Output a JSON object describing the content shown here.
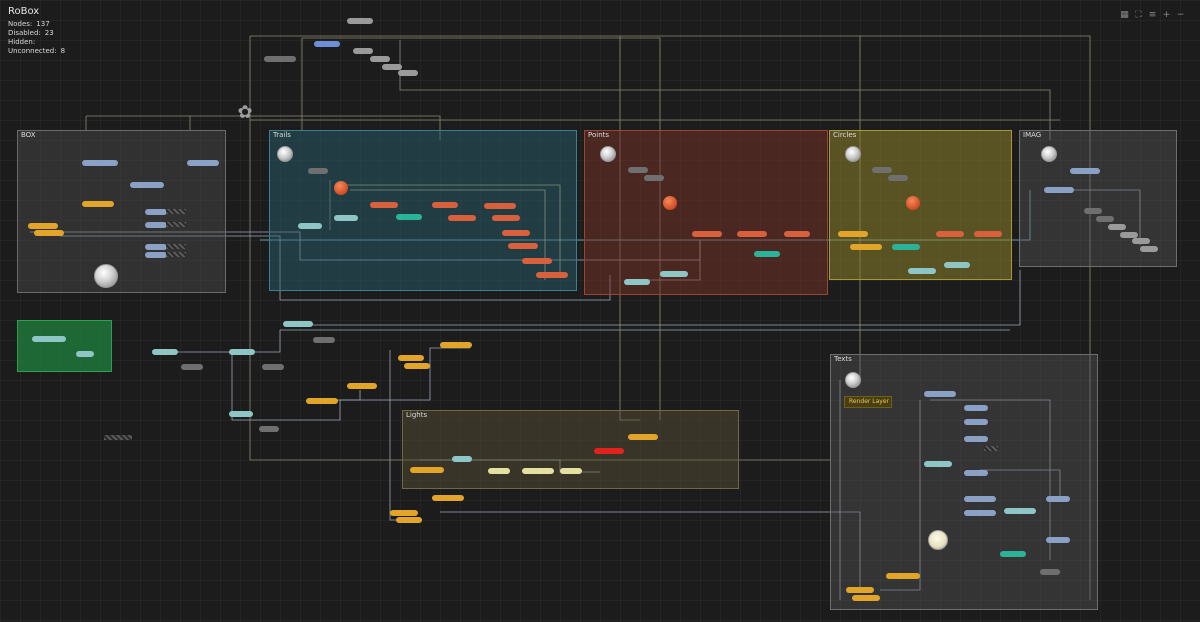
{
  "app": {
    "title": "RoBox"
  },
  "stats": [
    {
      "label": "Nodes:",
      "value": "137"
    },
    {
      "label": "Disabled:",
      "value": "23"
    },
    {
      "label": "Hidden:",
      "value": ""
    },
    {
      "label": "Unconnected:",
      "value": "8"
    }
  ],
  "toolbar": {
    "icons": [
      "grid-icon",
      "fit-view-icon",
      "list-icon",
      "zoom-in-icon",
      "zoom-out-icon"
    ],
    "glyphs": [
      "▦",
      "⛶",
      "≡",
      "+",
      "−"
    ]
  },
  "groups": {
    "box": {
      "label": "BOX",
      "color": "#5a5a5a"
    },
    "trails": {
      "label": "Trails",
      "color": "#2e6f80"
    },
    "points": {
      "label": "Points",
      "color": "#8a3a2c"
    },
    "circles": {
      "label": "Circles",
      "color": "#8f8424"
    },
    "imag": {
      "label": "IMAG",
      "color": "#5a5a5a"
    },
    "green": {
      "label": "",
      "color": "#1f7d3c"
    },
    "lights": {
      "label": "Lights",
      "color": "#5e5a3a"
    },
    "texts": {
      "label": "Texts",
      "color": "#5e5e5e"
    }
  },
  "render_layer": {
    "label": "Render Layer"
  },
  "colors": {
    "background": "#1c1c1c",
    "wire": "#9aa6b8",
    "wire_yellow": "#c8b870",
    "wire_cyan": "#7fbfd0"
  }
}
